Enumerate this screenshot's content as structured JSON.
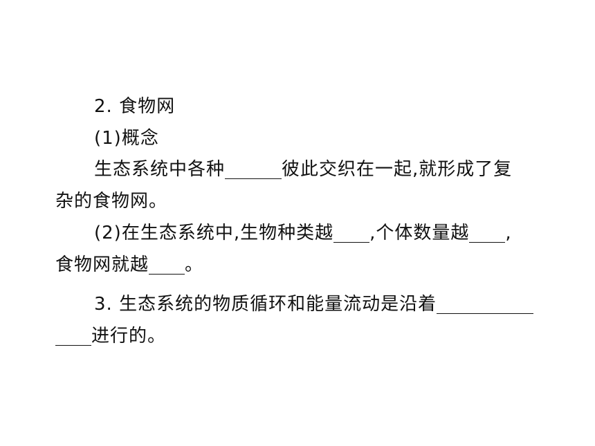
{
  "doc": {
    "line1": "2. 食物网",
    "line2": "(1)概念",
    "line3_a": "生态系统中各种",
    "line3_b": "彼此交织在一起,就形成了复",
    "line4": "杂的食物网。",
    "line5_a": "(2)在生态系统中,生物种类越",
    "line5_b": ",个体数量越",
    "line5_c": ",",
    "line6_a": "食物网就越",
    "line6_b": "。",
    "line7_a": "3. 生态系统的物质循环和能量流动是沿着",
    "line8_b": "进行的。"
  }
}
